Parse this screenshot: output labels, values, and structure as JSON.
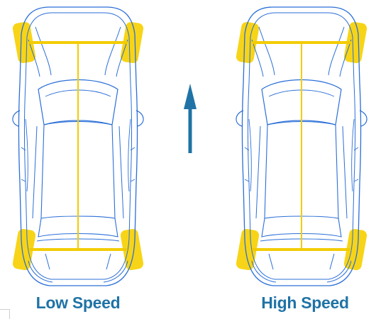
{
  "colors": {
    "outline": "#2b6fd8",
    "tire": "#f7d417",
    "axle": "#f2cc00",
    "arrow": "#1f73a6",
    "caption": "#1f73a6",
    "background": "#ffffff"
  },
  "diagram": {
    "direction_icon": "arrow-up-icon",
    "cars": [
      {
        "caption": "Low Speed",
        "rear_steer": "opposite"
      },
      {
        "caption": "High Speed",
        "rear_steer": "same"
      }
    ]
  }
}
